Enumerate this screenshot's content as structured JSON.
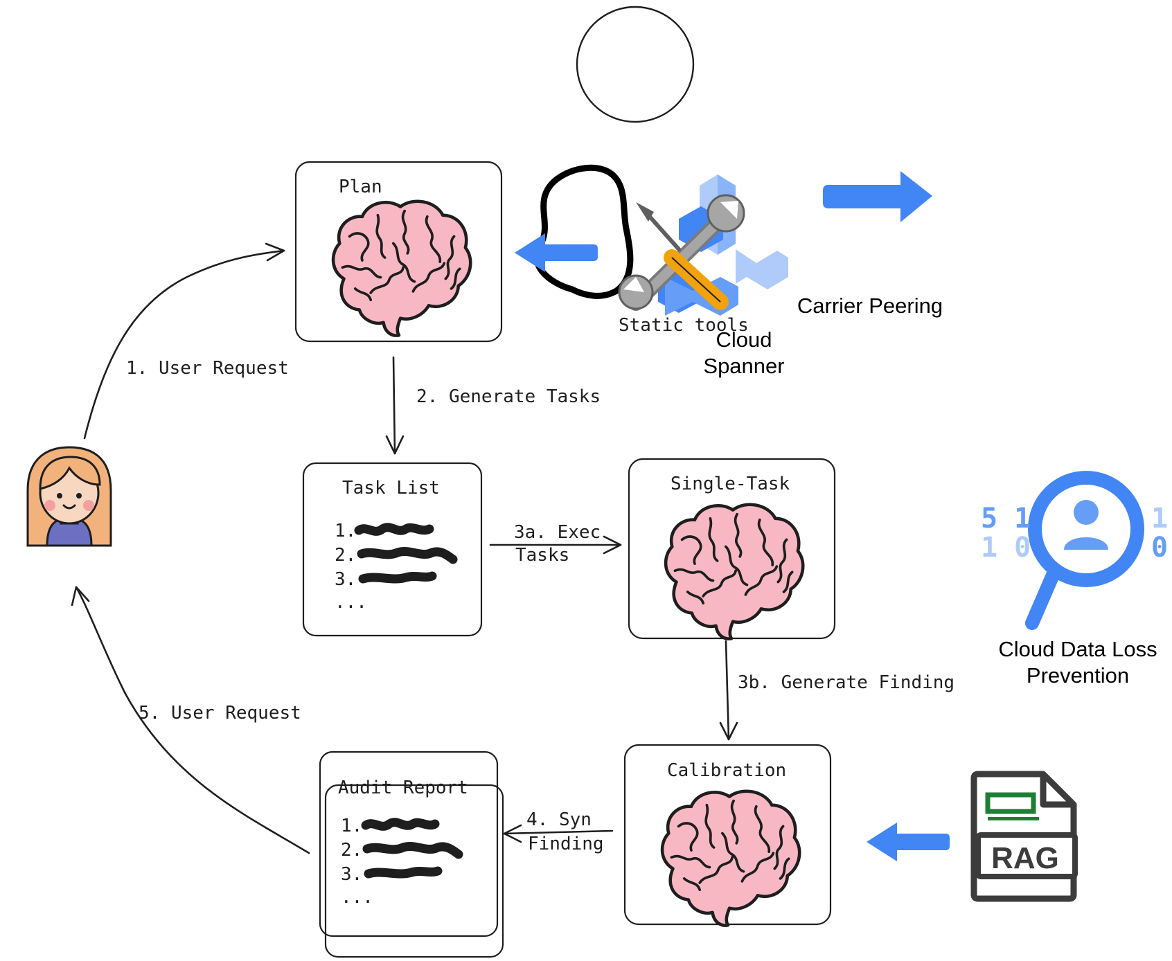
{
  "nodes": {
    "plan": "Plan",
    "task_list": "Task List",
    "single_task": "Single-Task",
    "calibration": "Calibration",
    "audit_report": "Audit Report"
  },
  "list": {
    "num1": "1.",
    "num2": "2.",
    "num3": "3.",
    "more": "..."
  },
  "edges": {
    "user_request_1": "1. User Request",
    "generate_tasks": "2. Generate Tasks",
    "exec_tasks_line1": "3a. Exec",
    "exec_tasks_line2": "Tasks",
    "generate_finding": "3b. Generate Finding",
    "syn_finding_line1": "4. Syn",
    "syn_finding_line2": "Finding",
    "user_request_5": "5. User Request"
  },
  "icons": {
    "static_tools": "Static tools",
    "cloud_spanner_line1": "Cloud",
    "cloud_spanner_line2": "Spanner",
    "carrier_peering": "Carrier Peering",
    "dlp_line1": "Cloud Data Loss",
    "dlp_line2": "Prevention",
    "dlp_bits_left_top": "5 1",
    "dlp_bits_left_bottom": "1 0",
    "dlp_bits_right_top": "1",
    "dlp_bits_right_bottom": "0",
    "rag": "RAG"
  },
  "colors": {
    "accent_blue": "#4285f4",
    "light_blue": "#aecbfa",
    "brain_pink": "#f7b8c4",
    "rag_green": "#1e7e34",
    "ink": "#1e1e1e"
  }
}
